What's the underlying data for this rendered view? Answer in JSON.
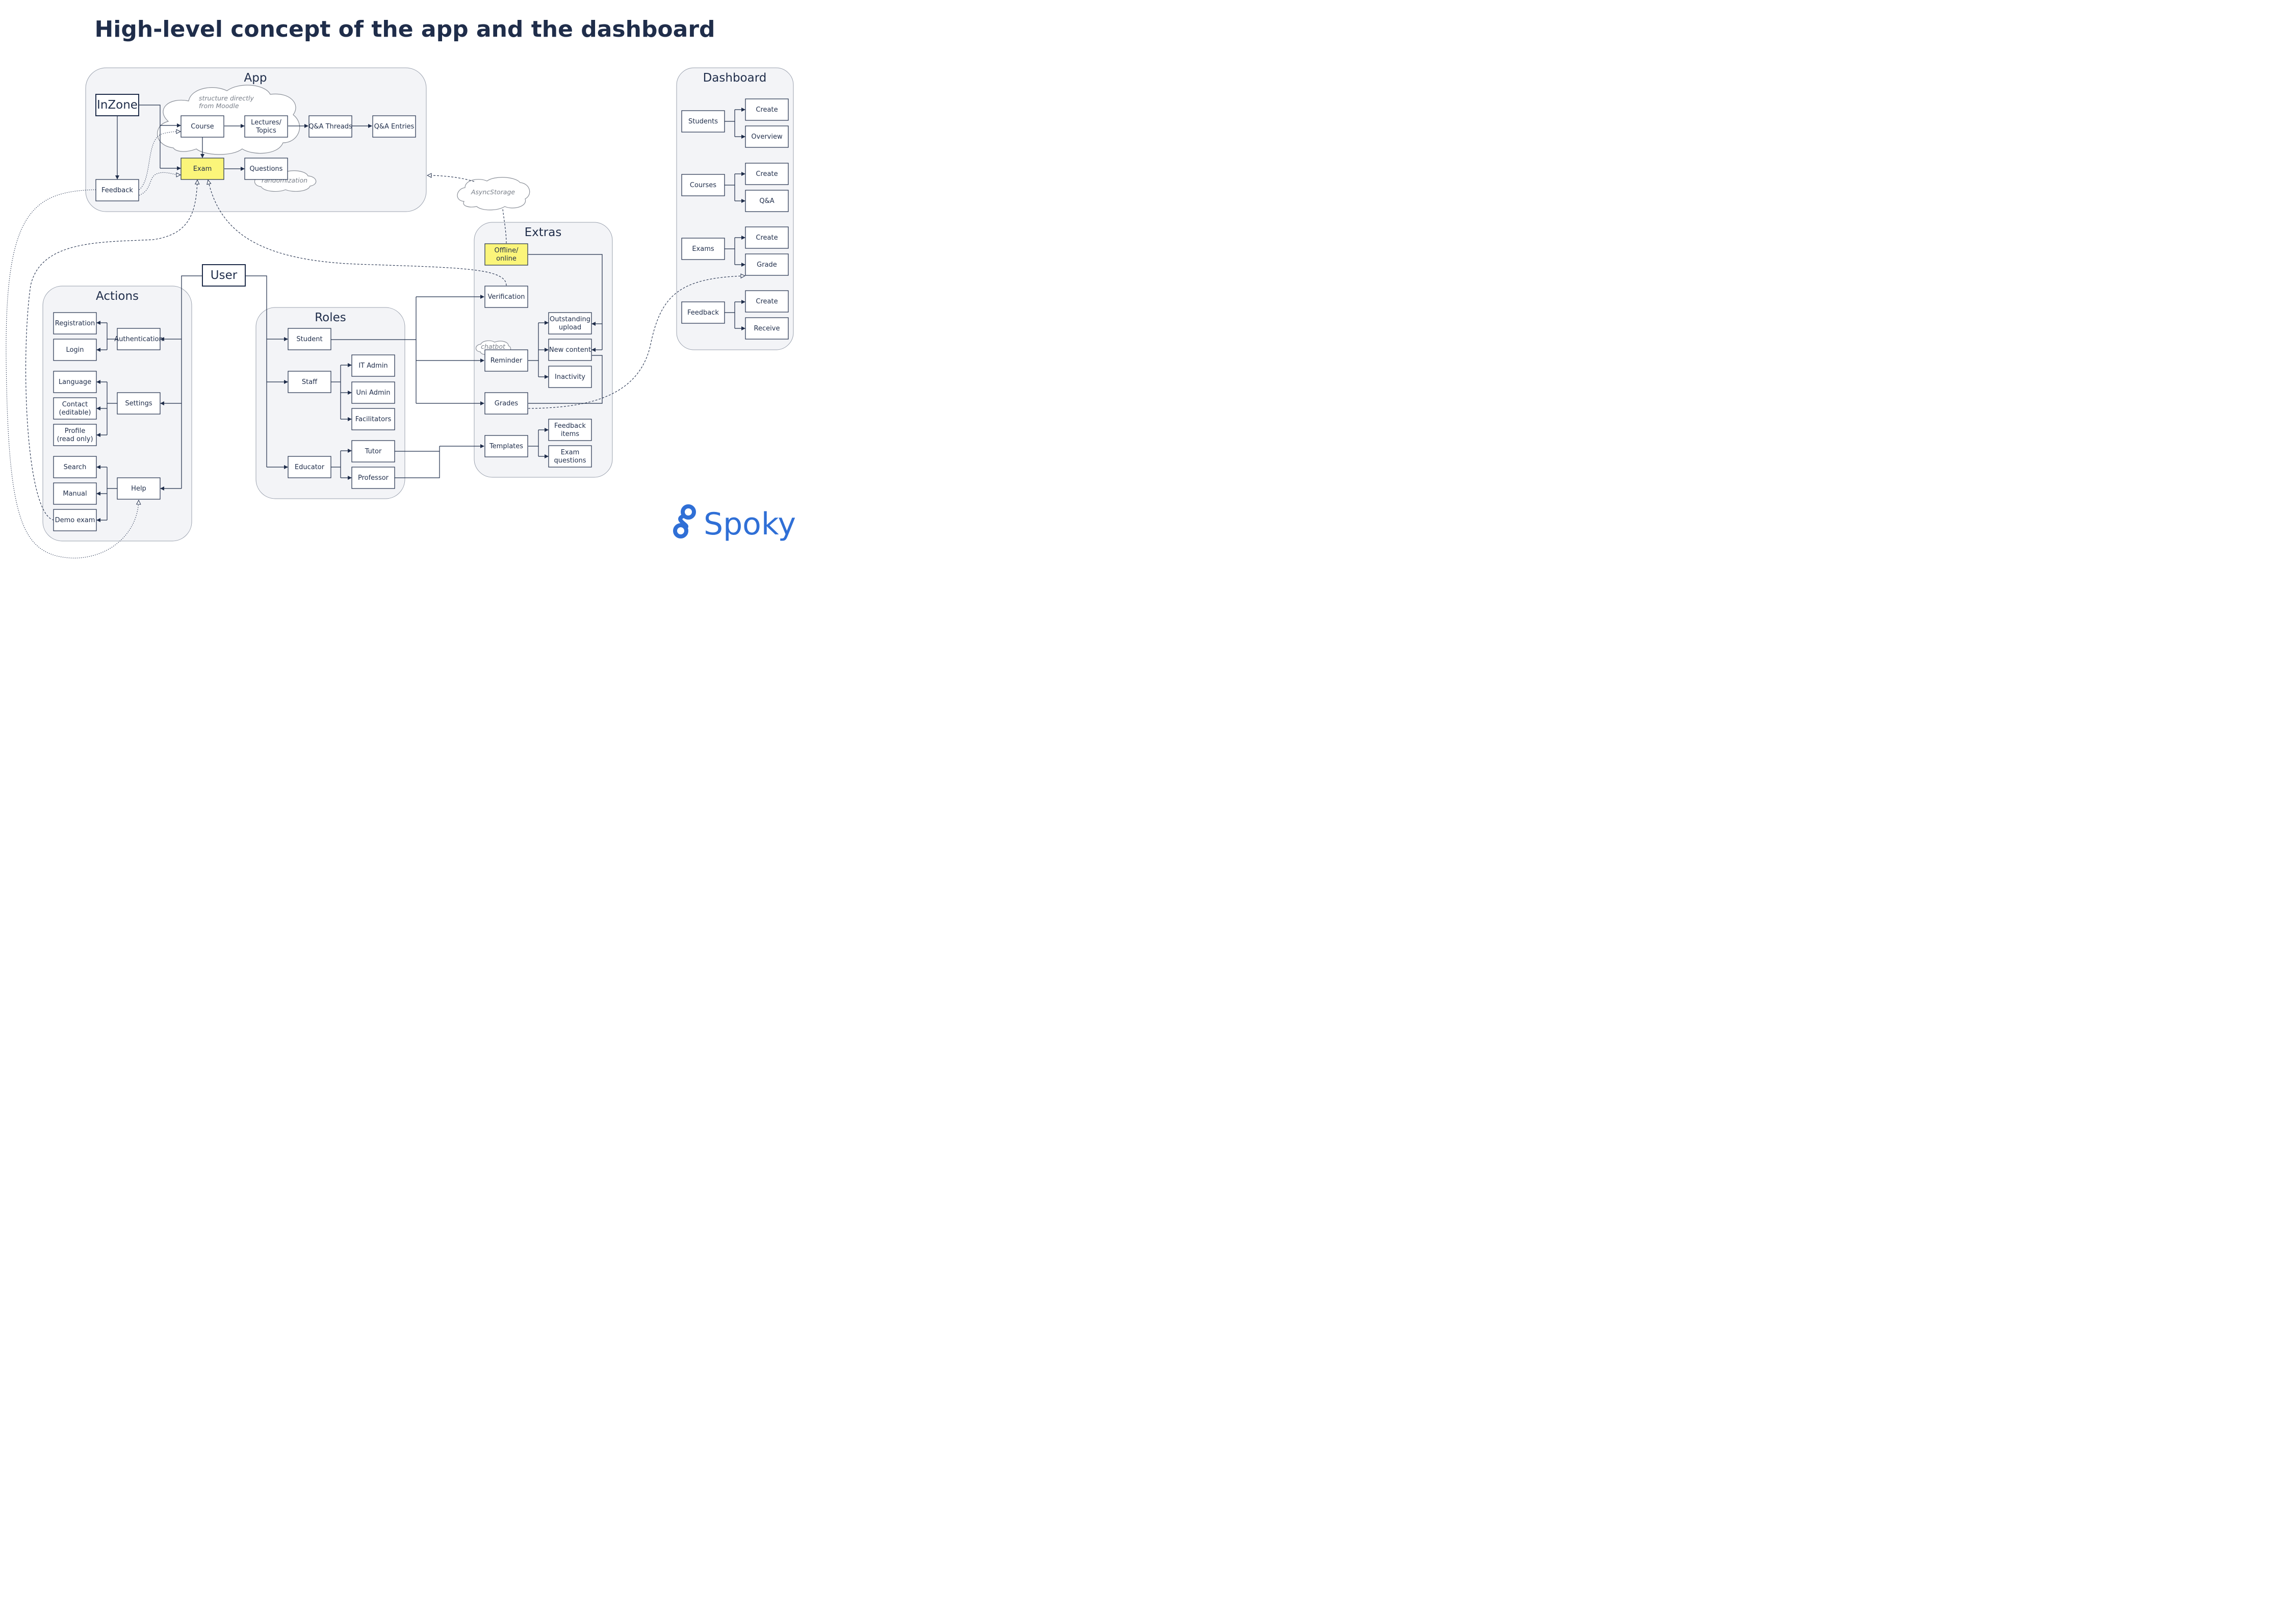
{
  "title": "High-level concept of the app and the dashboard",
  "groups": {
    "app": "App",
    "dashboard": "Dashboard",
    "actions": "Actions",
    "roles": "Roles",
    "extras": "Extras"
  },
  "nodes": {
    "inzone": "InZone",
    "user": "User",
    "course": "Course",
    "lectures_1": "Lectures/",
    "lectures_2": "Topics",
    "qa_threads": "Q&A Threads",
    "qa_entries": "Q&A Entries",
    "exam": "Exam",
    "questions": "Questions",
    "feedback_app": "Feedback",
    "dash_students": "Students",
    "dash_students_create": "Create",
    "dash_students_overview": "Overview",
    "dash_courses": "Courses",
    "dash_courses_create": "Create",
    "dash_courses_qa": "Q&A",
    "dash_exams": "Exams",
    "dash_exams_create": "Create",
    "dash_exams_grade": "Grade",
    "dash_feedback": "Feedback",
    "dash_feedback_create": "Create",
    "dash_feedback_receive": "Receive",
    "registration": "Registration",
    "login": "Login",
    "authentication": "Authentication",
    "language": "Language",
    "contact_1": "Contact",
    "contact_2": "(editable)",
    "profile_1": "Profile",
    "profile_2": "(read only)",
    "settings": "Settings",
    "search": "Search",
    "manual": "Manual",
    "demo_exam": "Demo exam",
    "help": "Help",
    "student": "Student",
    "staff": "Staff",
    "it_admin": "IT Admin",
    "uni_admin": "Uni Admin",
    "facilitators": "Facilitators",
    "educator": "Educator",
    "tutor": "Tutor",
    "professor": "Professor",
    "offline_1": "Offline/",
    "offline_2": "online",
    "verification": "Verification",
    "outstanding_1": "Outstanding",
    "outstanding_2": "upload",
    "new_content": "New content",
    "reminder": "Reminder",
    "inactivity": "Inactivity",
    "grades": "Grades",
    "templates": "Templates",
    "feedback_items_1": "Feedback",
    "feedback_items_2": "items",
    "exam_questions_1": "Exam",
    "exam_questions_2": "questions"
  },
  "notes": {
    "moodle_1": "structure directly",
    "moodle_2": "from Moodle",
    "randomization": "randomization",
    "asyncstorage": "AsyncStorage",
    "chatbot": "chatbot"
  },
  "logo": {
    "text": "Spoky"
  },
  "colors": {
    "ink": "#1f2d4a",
    "highlight": "#fbf57a",
    "group_bg": "#f3f4f7",
    "logo": "#2f6fd6"
  }
}
